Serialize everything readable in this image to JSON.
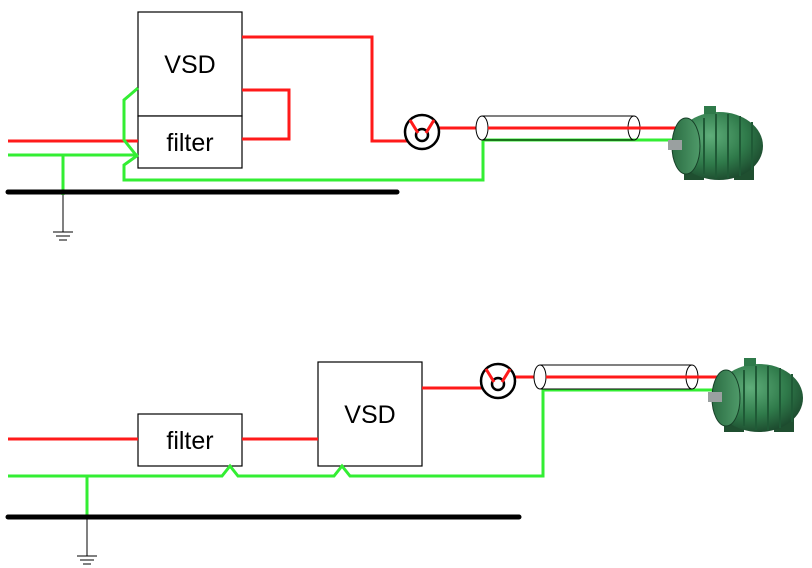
{
  "diagram_top": {
    "vsd_label": "VSD",
    "filter_label": "filter"
  },
  "diagram_bottom": {
    "vsd_label": "VSD",
    "filter_label": "filter"
  },
  "colors": {
    "phase": "#ff1a1a",
    "earth": "#33ee33",
    "bus": "#000000",
    "motor": "#2f7a4a"
  },
  "icons": [
    "ground-icon",
    "current-transformer-icon",
    "shielded-cable-icon",
    "motor-icon"
  ]
}
